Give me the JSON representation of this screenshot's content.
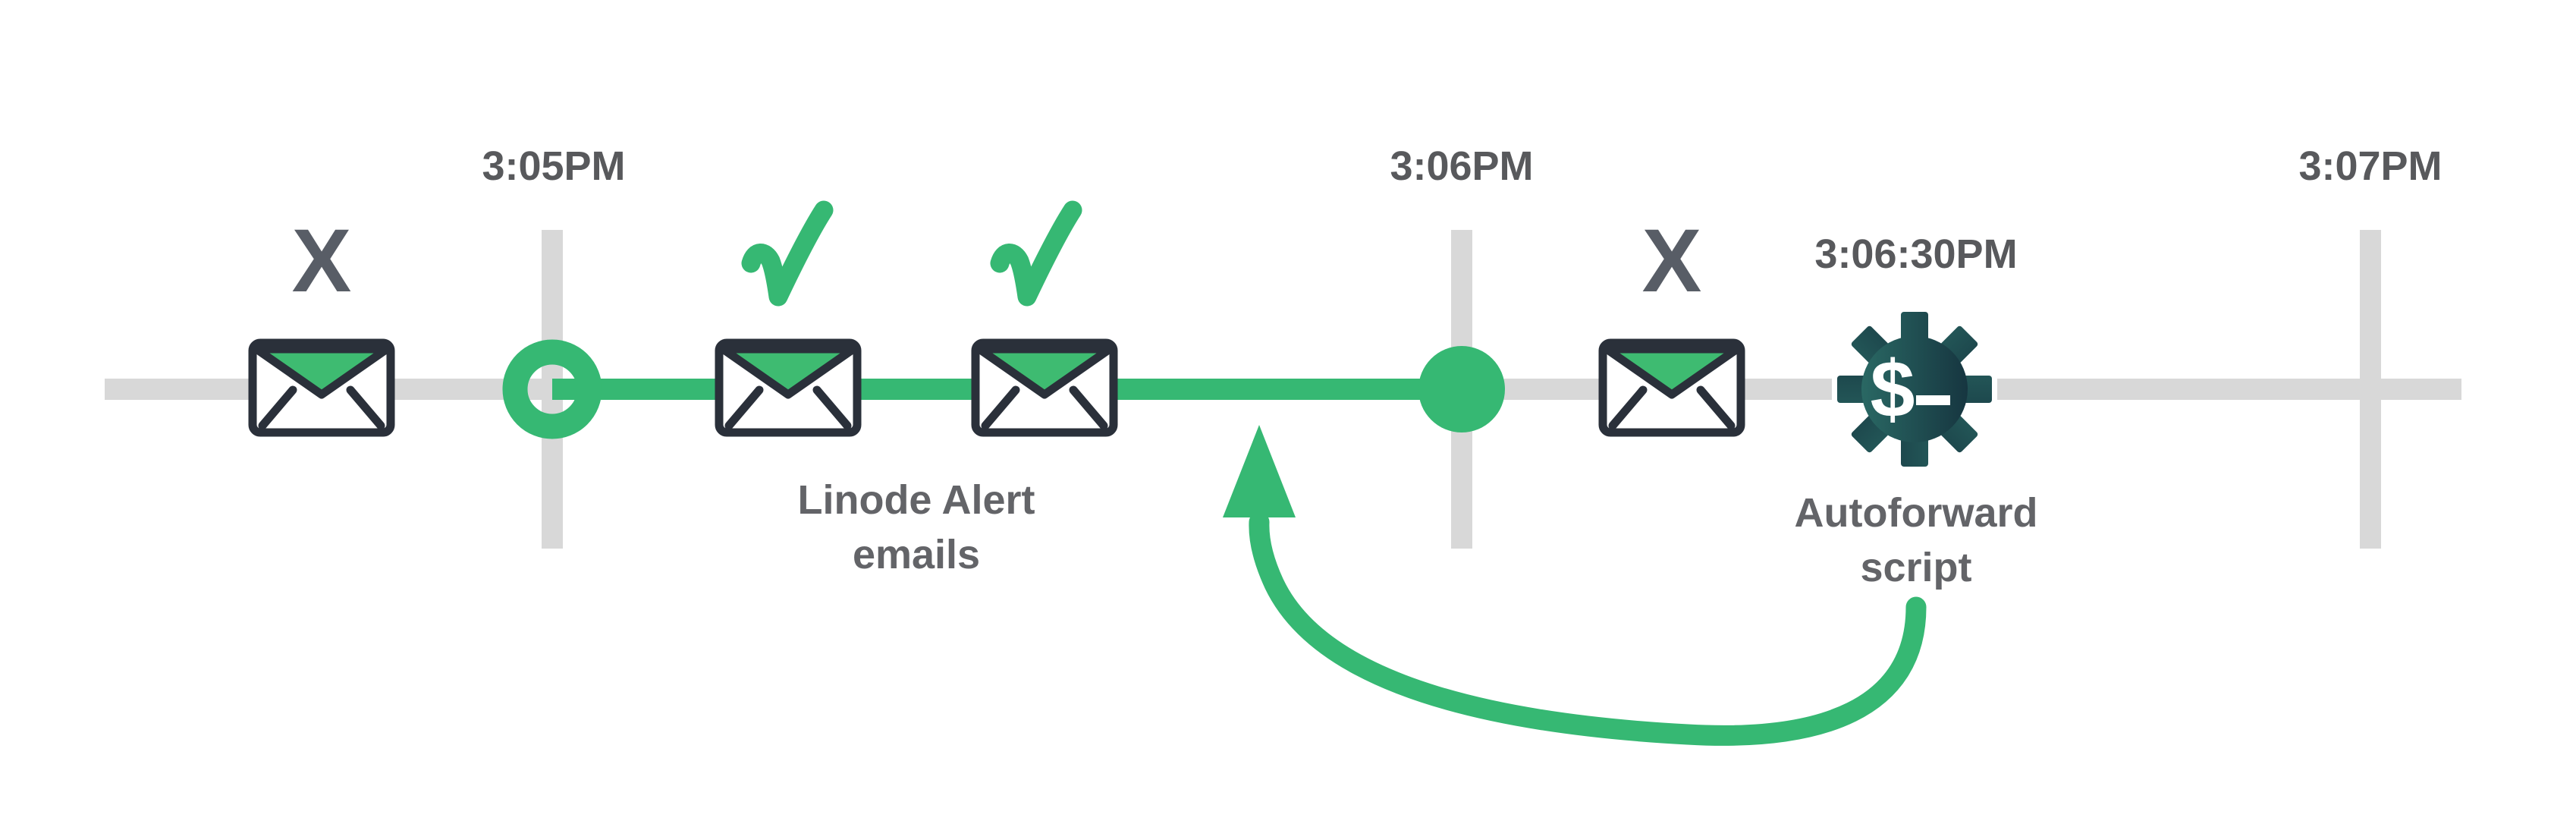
{
  "colors": {
    "green": "#36B873",
    "flap_green": "#3EBB71",
    "track_gray": "#D8D8D8",
    "outline_dark": "#2A303A",
    "time_text": "#58595C",
    "label_text": "#636468",
    "x_mark": "#585D66",
    "gear_gradient_start": "#2D716A",
    "gear_gradient_end": "#132D3A",
    "white": "#FFFFFF"
  },
  "timeline": {
    "ticks": [
      {
        "label": "3:05PM"
      },
      {
        "label": "3:06PM"
      },
      {
        "label": "3:07PM"
      }
    ],
    "event_time_label": "3:06:30PM"
  },
  "markers": {
    "failed_symbol": "X",
    "delivered_count": 2,
    "blocked_count": 2
  },
  "labels": {
    "alert_emails": {
      "line1": "Linode Alert",
      "line2": "emails"
    },
    "autoforward": {
      "line1": "Autoforward",
      "line2": "script"
    }
  },
  "gear": {
    "prompt_symbol": "$"
  },
  "icons": {
    "envelope": "envelope-icon",
    "checkmark": "checkmark-icon",
    "x_mark": "x-mark",
    "gear_terminal": "gear-terminal-icon",
    "loop_arrow": "loop-arrow-icon"
  }
}
